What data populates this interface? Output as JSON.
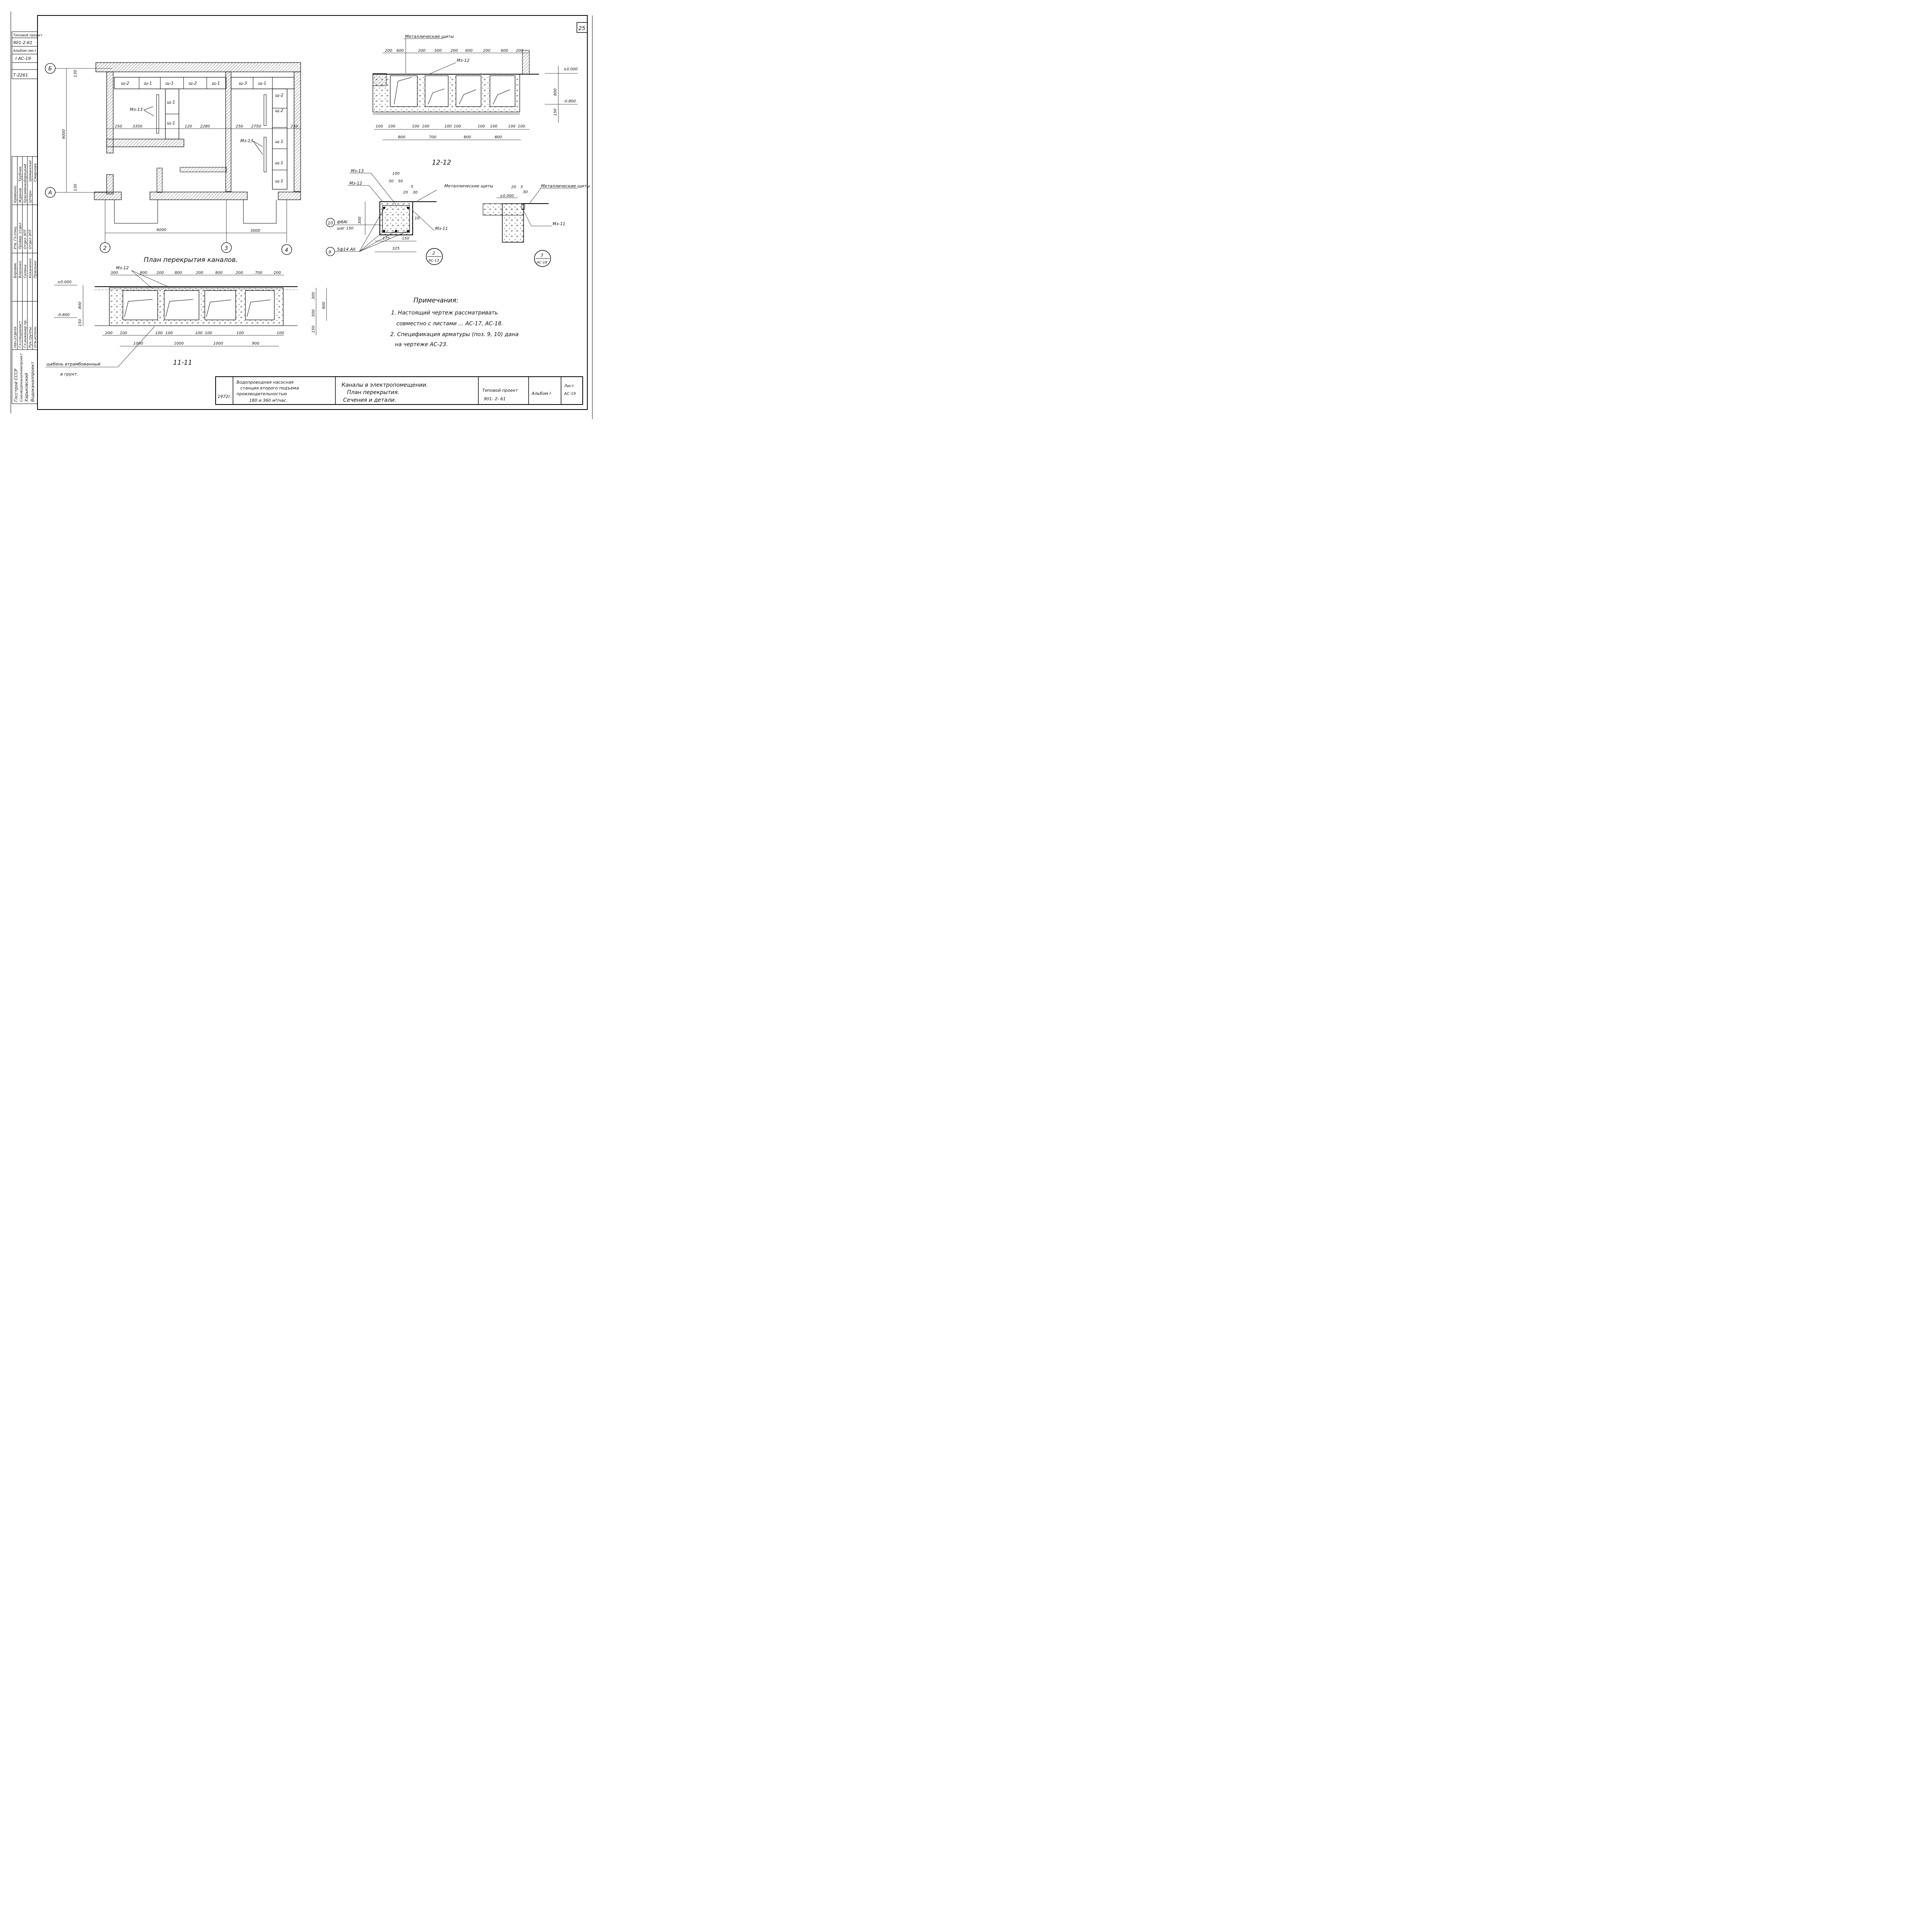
{
  "sheet": {
    "number": "25",
    "stamp_left": [
      "Типовой проект",
      "901-2-61",
      "Альбом-лист",
      "I AC-19",
      "Т-2261"
    ],
    "org": {
      "line1": "Госстрой СССР",
      "line2": "Союзводоканалниипроект",
      "line3": "Харьковский",
      "line4": "Водоканалпроект"
    },
    "signers_roles": [
      "Нач.отдела",
      "Гл.специалист",
      "Гл.инженер пр.",
      "Рук.группы",
      "Отв.исполн."
    ],
    "signers_names": [
      "Боровик",
      "Власенко",
      "Силина",
      "Коханенко",
      "Прасенко"
    ],
    "checkers": [
      "Утв. Гл.спец.",
      "Провер. отдел",
      "Отдел ЭПТ",
      "Отдел ЭПТ"
    ],
    "checkers_names": [
      "Кривонос",
      "Жданов",
      "Ерасименко",
      "Штерн"
    ],
    "checkers_names2": [
      "Трубник",
      "Зарецкий",
      "Шиманская",
      "Смирнова"
    ]
  },
  "plan": {
    "title": "План перекрытия каналов.",
    "axis_b": "Б",
    "axis_a": "А",
    "axes_bottom": [
      "2",
      "3",
      "4"
    ],
    "dim_vertical": "9000",
    "dim_130_top": "130",
    "dim_130_bot": "130",
    "dims_row": [
      "250",
      "3350",
      "120",
      "2280",
      "250",
      "2750",
      "250"
    ],
    "dims_bottom": [
      "6000",
      "3000"
    ],
    "panels_top": [
      "щ-2",
      "щ-1",
      "щ-1",
      "щ-2",
      "щ-1",
      "щ-3",
      "щ-1"
    ],
    "panels_right": [
      "щ-2",
      "щ-2",
      "щ-1",
      "щ-1",
      "щ-1"
    ],
    "panels_mid": [
      "щ-1",
      "щ-1"
    ],
    "mark_mz13_a": "Мз-13",
    "mark_mz13_b": "Мз-13"
  },
  "section_12": {
    "title": "12-12",
    "label_shields": "Металлические щиты",
    "mark": "Мз-12",
    "dims_top": [
      "200",
      "600",
      "200",
      "500",
      "200",
      "600",
      "200",
      "600",
      "200"
    ],
    "dims_bot": [
      "100",
      "100",
      "100",
      "100",
      "100",
      "100",
      "100",
      "100",
      "100",
      "100"
    ],
    "dims_total": [
      "800",
      "700",
      "800",
      "800"
    ],
    "levels": [
      "±0.000",
      "-0.800"
    ],
    "dims_side": [
      "800",
      "150"
    ]
  },
  "section_11": {
    "title": "11-11",
    "mark": "Мз-12",
    "dims_top": [
      "300",
      "800",
      "200",
      "800",
      "200",
      "800",
      "200",
      "700",
      "200"
    ],
    "dims_bot": [
      "200",
      "100",
      "100",
      "100",
      "100",
      "100",
      "100",
      "100"
    ],
    "dims_total": [
      "1000",
      "1000",
      "1000",
      "900"
    ],
    "levels": [
      "±0.000",
      "-0.800"
    ],
    "dims_left": [
      "800",
      "150"
    ],
    "dims_right": [
      "300",
      "500",
      "150",
      "800"
    ],
    "note_gravel_1": "щебень втрамбованный",
    "note_gravel_2": "в грунт."
  },
  "detail_2": {
    "mark_13": "Мз-13",
    "mark_12": "Мз-12",
    "mark_11": "Мз-11",
    "label_shields": "Металлические щиты",
    "pos10_num": "10",
    "pos10_text": "ф6АI",
    "pos10_step": "шаг 150",
    "pos9_num": "9",
    "pos9_text": "5ф14 АII",
    "dims": [
      "100",
      "50",
      "50",
      "20",
      "30",
      "5",
      "300",
      "10",
      "175",
      "150",
      "325"
    ],
    "callout_num": "2",
    "callout_sheet": "АС-13"
  },
  "detail_3": {
    "label_shields": "Металлические щиты",
    "mark_11": "Мз-11",
    "level": "±0.000",
    "dims": [
      "20",
      "5",
      "30"
    ],
    "callout_num": "3",
    "callout_sheet": "АС-18"
  },
  "notes": {
    "title": "Примечания:",
    "n1_a": "1. Настоящий    чертеж    рассматривать",
    "n1_b": "совместно    с листами ... АС-17, АС-18.",
    "n2_a": "2. Спецификация    арматуры   (поз. 9, 10)  дана",
    "n2_b": "на    чертеже    АС-23."
  },
  "title_block": {
    "year": "1972г.",
    "object_1": "Водопроводная  насосная",
    "object_2": "станция  второго подъема",
    "object_3": "производительностью",
    "object_4": "180  и  360  м³/час.",
    "drawing_1": "Каналы  в электропомещении.",
    "drawing_2": "План    перекрытия.",
    "drawing_3": "Сечения    и   детали.",
    "project_label": "Типовой проект",
    "project_num": "901- 2- 61",
    "album": "Альбом  I",
    "sheet_label": "Лист",
    "sheet_num": "АС-19"
  }
}
